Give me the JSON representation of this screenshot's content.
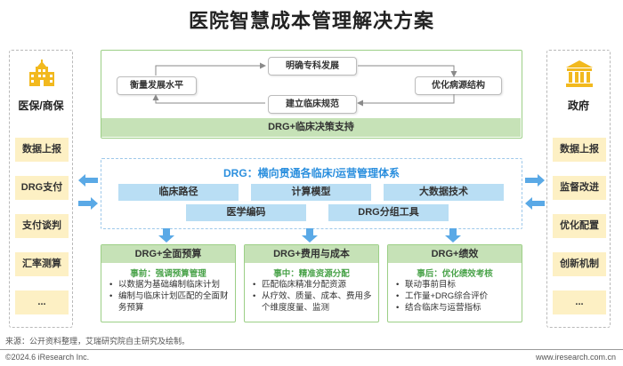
{
  "title": "医院智慧成本管理解决方案",
  "left_panel": {
    "title": "医保/商保",
    "icon": "building-icon",
    "items": [
      "数据上报",
      "DRG支付",
      "支付谈判",
      "汇率测算",
      "..."
    ]
  },
  "right_panel": {
    "title": "政府",
    "icon": "government-building-icon",
    "items": [
      "数据上报",
      "监督改进",
      "优化配置",
      "创新机制",
      "..."
    ]
  },
  "top": {
    "nodes": {
      "top": "明确专科发展",
      "left": "衡量发展水平",
      "right": "优化病源结构",
      "bottom": "建立临床规范"
    },
    "bar": "DRG+临床决策支持"
  },
  "middle": {
    "title": "DRG：横向贯通各临床/运营管理体系",
    "chips": [
      "临床路径",
      "计算模型",
      "大数据技术",
      "医学编码",
      "DRG分组工具"
    ]
  },
  "bottom": [
    {
      "head": "DRG+全面预算",
      "sub": "事前：强调预算管理",
      "items": [
        "以数据为基础编制临床计划",
        "编制与临床计划匹配的全面财务预算"
      ]
    },
    {
      "head": "DRG+费用与成本",
      "sub": "事中：精准资源分配",
      "items": [
        "匹配临床精准分配资源",
        "从疗效、质量、成本、费用多个维度度量、监测"
      ]
    },
    {
      "head": "DRG+绩效",
      "sub": "事后：优化绩效考核",
      "items": [
        "联动事前目标",
        "工作量+DRG综合评价",
        "结合临床与运营指标"
      ]
    }
  ],
  "colors": {
    "green_border": "#9ccf86",
    "green_fill": "#c6e2b7",
    "blue_accent": "#2b8fde",
    "blue_chip": "#b9def4",
    "yellow_item": "#fdf0c4",
    "icon_gold": "#f2b91e",
    "text_green": "#4aa34a"
  },
  "footer": {
    "source": "来源：公开资料整理，艾瑞研究院自主研究及绘制。",
    "copyright": "©2024.6 iResearch Inc.",
    "website": "www.iresearch.com.cn"
  }
}
